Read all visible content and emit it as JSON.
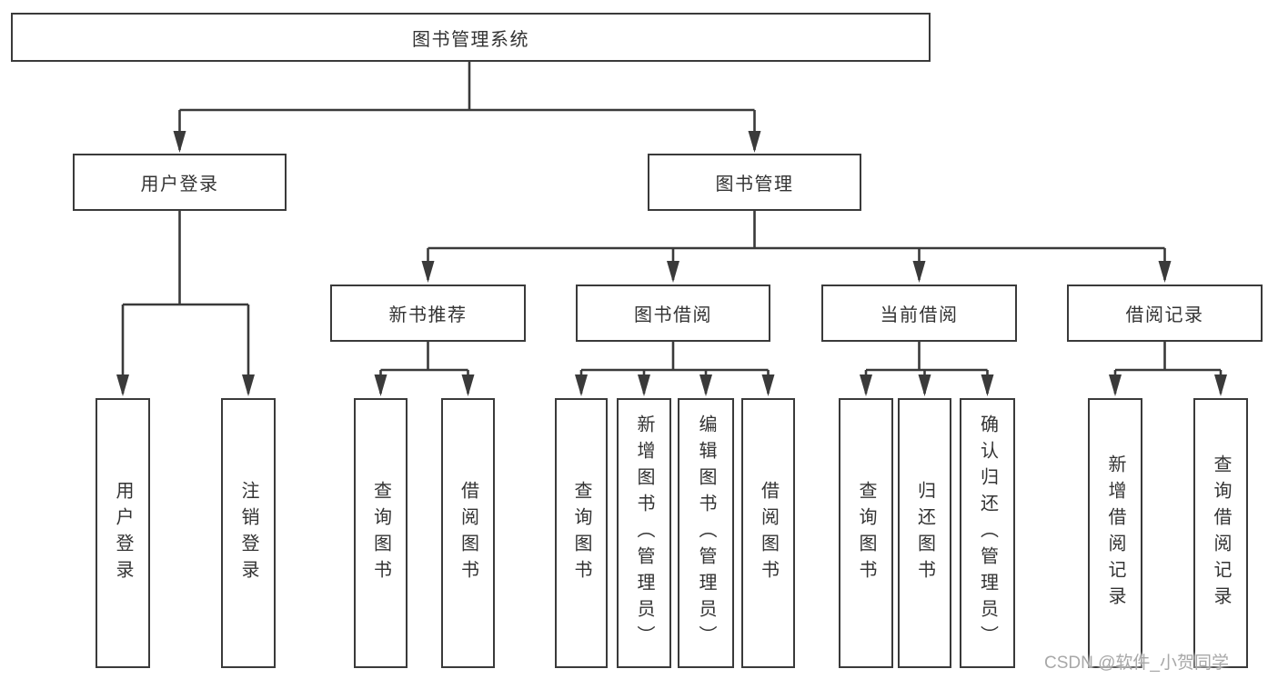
{
  "diagram": {
    "title": "图书管理系统",
    "watermark": "CSDN @软件_小贺同学",
    "colors": {
      "line": "#3a3a3a",
      "box_border": "#3a3a3a",
      "text": "#333333",
      "background": "#ffffff",
      "watermark": "#a8a8a8"
    },
    "nodes": {
      "root": {
        "label": "图书管理系统"
      },
      "level2": [
        {
          "label": "用户登录"
        },
        {
          "label": "图书管理"
        }
      ],
      "level3": [
        {
          "label": "新书推荐",
          "parent": "图书管理"
        },
        {
          "label": "图书借阅",
          "parent": "图书管理"
        },
        {
          "label": "当前借阅",
          "parent": "图书管理"
        },
        {
          "label": "借阅记录",
          "parent": "图书管理"
        }
      ],
      "leaves": [
        {
          "label": "用户登录",
          "parent": "用户登录"
        },
        {
          "label": "注销登录",
          "parent": "用户登录"
        },
        {
          "label": "查询图书",
          "parent": "新书推荐"
        },
        {
          "label": "借阅图书",
          "parent": "新书推荐"
        },
        {
          "label": "查询图书",
          "parent": "图书借阅"
        },
        {
          "label": "新增图书（管理员）",
          "parent": "图书借阅"
        },
        {
          "label": "编辑图书（管理员）",
          "parent": "图书借阅"
        },
        {
          "label": "借阅图书",
          "parent": "图书借阅"
        },
        {
          "label": "查询图书",
          "parent": "当前借阅"
        },
        {
          "label": "归还图书",
          "parent": "当前借阅"
        },
        {
          "label": "确认归还（管理员）",
          "parent": "当前借阅"
        },
        {
          "label": "新增借阅记录",
          "parent": "借阅记录"
        },
        {
          "label": "查询借阅记录",
          "parent": "借阅记录"
        }
      ]
    }
  }
}
